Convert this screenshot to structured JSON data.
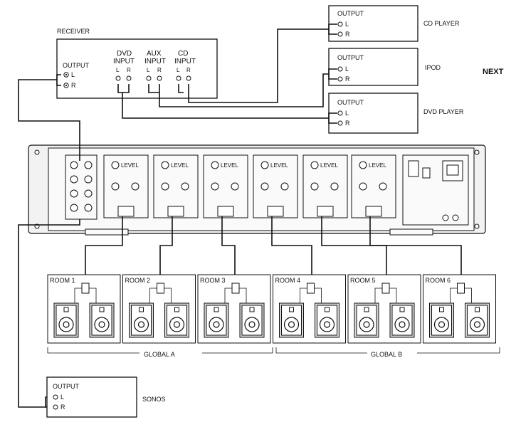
{
  "receiver": {
    "title": "RECEIVER",
    "output": "OUTPUT",
    "left": "L",
    "right": "R",
    "inputs": [
      {
        "name_top": "DVD",
        "name_bottom": "INPUT",
        "l": "L",
        "r": "R"
      },
      {
        "name_top": "AUX",
        "name_bottom": "INPUT",
        "l": "L",
        "r": "R"
      },
      {
        "name_top": "CD",
        "name_bottom": "INPUT",
        "l": "L",
        "r": "R"
      }
    ]
  },
  "sources": [
    {
      "output": "OUTPUT",
      "l": "L",
      "r": "R",
      "name": "CD PLAYER"
    },
    {
      "output": "OUTPUT",
      "l": "L",
      "r": "R",
      "name": "IPOD"
    },
    {
      "output": "OUTPUT",
      "l": "L",
      "r": "R",
      "name": "DVD  PLAYER"
    }
  ],
  "sonos": {
    "output": "OUTPUT",
    "l": "L",
    "r": "R",
    "name": "SONOS"
  },
  "next_label": "NEXT",
  "amplifier": {
    "channel_level": "LEVEL"
  },
  "rooms": [
    "ROOM 1",
    "ROOM 2",
    "ROOM 3",
    "ROOM 4",
    "ROOM 5",
    "ROOM 6"
  ],
  "groups": [
    "GLOBAL  A",
    "GLOBAL B"
  ]
}
